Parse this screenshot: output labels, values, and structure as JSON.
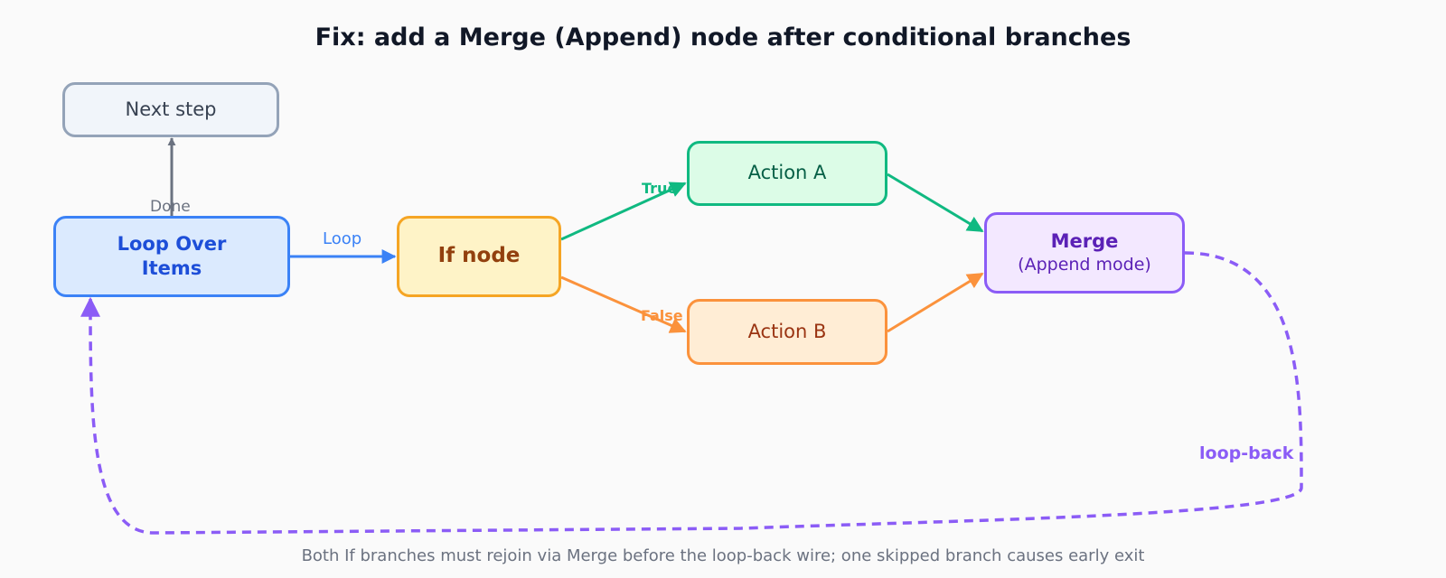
{
  "title": "Fix: add a Merge (Append) node after conditional branches",
  "caption": "Both If branches must rejoin via Merge before the loop-back wire; one skipped branch causes early exit",
  "nodes": {
    "next_step": "Next step",
    "loop_over_items": "Loop Over Items",
    "if_node": "If node",
    "action_a": "Action A",
    "action_b": "Action B",
    "merge_title": "Merge",
    "merge_subtitle": "(Append mode)"
  },
  "edge_labels": {
    "loop": "Loop",
    "done": "Done",
    "true": "True",
    "false": "False",
    "loop_back": "loop-back"
  },
  "colors": {
    "loop": "#3b82f6",
    "done": "#6b7280",
    "true": "#10b981",
    "false": "#fb923c",
    "merge": "#8b5cf6"
  }
}
